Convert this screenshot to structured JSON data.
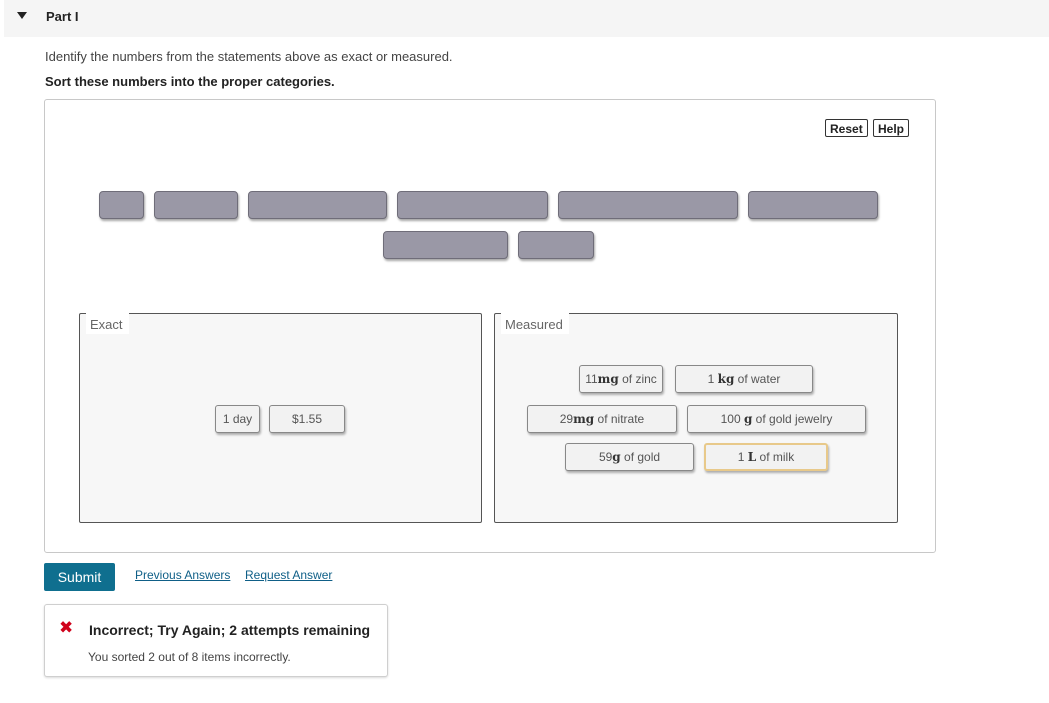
{
  "part": {
    "title": "Part I"
  },
  "instructions": {
    "line1": "Identify the numbers from the statements above as exact or measured.",
    "line2": "Sort these numbers into the proper categories."
  },
  "toolbar": {
    "reset_label": "Reset",
    "help_label": "Help"
  },
  "zones": {
    "exact": {
      "label": "Exact",
      "items": [
        {
          "text": "1 day"
        },
        {
          "text": "$1.55"
        }
      ]
    },
    "measured": {
      "label": "Measured",
      "items": [
        {
          "num": "11",
          "unit": "mg",
          "rest": " of zinc"
        },
        {
          "num": "1 ",
          "unit": "kg",
          "rest": " of water"
        },
        {
          "num": "29",
          "unit": "mg",
          "rest": " of nitrate"
        },
        {
          "num": "100 ",
          "unit": "g",
          "rest": " of gold jewelry"
        },
        {
          "num": "59",
          "unit": "g",
          "rest": " of gold"
        },
        {
          "num": "1 ",
          "unit": "L",
          "rest": " of milk"
        }
      ]
    }
  },
  "actions": {
    "submit_label": "Submit",
    "previous_answers_label": "Previous Answers",
    "request_answer_label": "Request Answer"
  },
  "feedback": {
    "title": "Incorrect; Try Again; 2 attempts remaining",
    "detail": "You sorted 2 out of 8 items incorrectly.",
    "status_color": "#d0021b"
  },
  "colors": {
    "accent": "#0f6f8f",
    "slot": "#9a98a6",
    "selected_outline": "#e8c98a"
  }
}
